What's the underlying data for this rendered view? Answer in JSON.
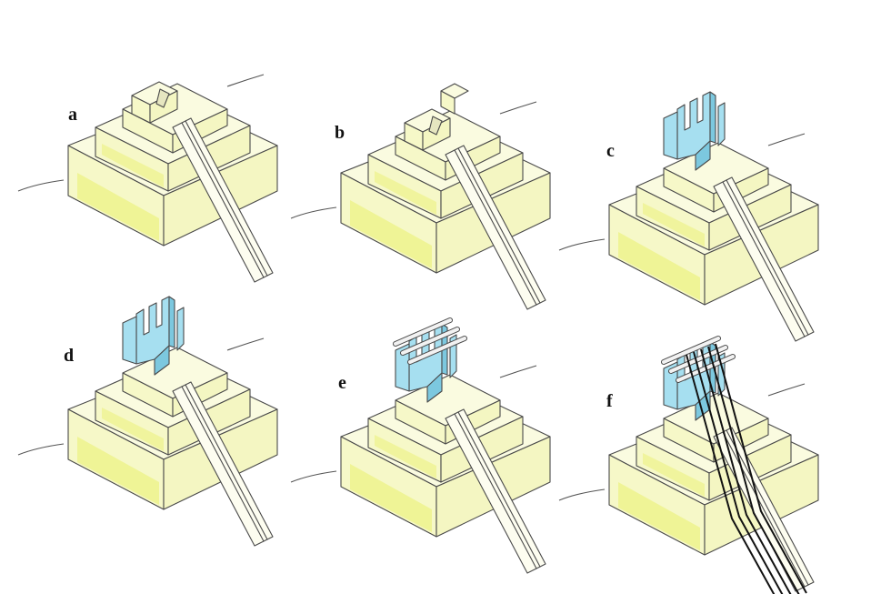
{
  "figure": {
    "panels": [
      {
        "id": "a",
        "label": "a",
        "blue_structure": "none",
        "rods": "none"
      },
      {
        "id": "b",
        "label": "b",
        "blue_structure": "none",
        "rods": "none"
      },
      {
        "id": "c",
        "label": "c",
        "blue_structure": "comb",
        "rods": "none"
      },
      {
        "id": "d",
        "label": "d",
        "blue_structure": "comb-frame",
        "rods": "none"
      },
      {
        "id": "e",
        "label": "e",
        "blue_structure": "comb-frame",
        "rods": "white"
      },
      {
        "id": "f",
        "label": "f",
        "blue_structure": "comb-frame",
        "rods": "white-and-black-fibers"
      }
    ]
  },
  "colors": {
    "background": "#ffffff",
    "step_face_light": "#fafbe0",
    "step_face_shade": "#f2f5b8",
    "step_face_accent": "#eef28a",
    "structure_blue": "#a6dff0",
    "structure_blue_dark": "#7cc8df",
    "outline": "#4a4a4a",
    "rod_white": "#f2f2f2",
    "fiber_black": "#111111"
  }
}
